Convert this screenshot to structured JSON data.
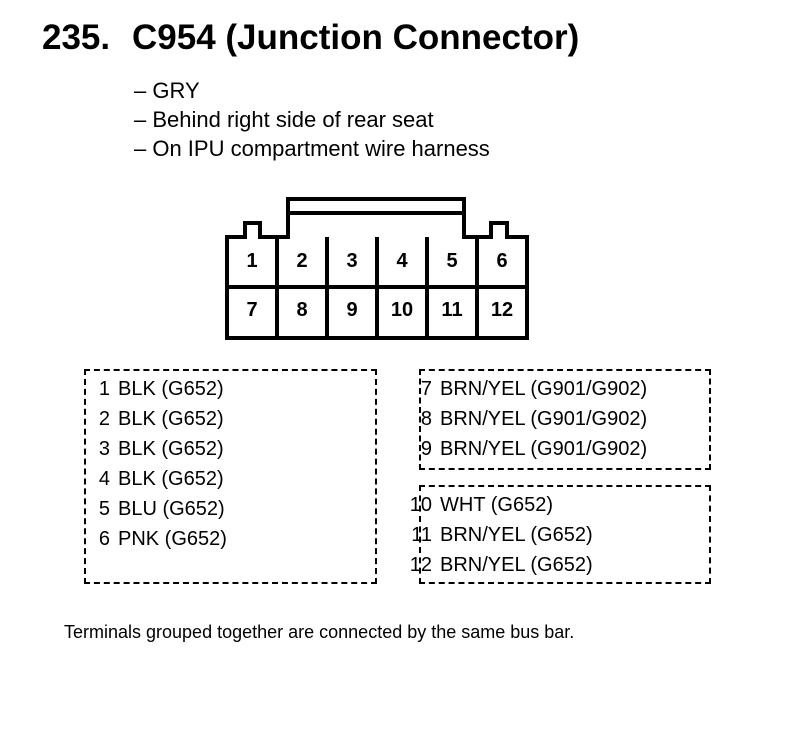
{
  "header": {
    "number": "235.",
    "name": "C954 (Junction Connector)"
  },
  "notes": [
    "– GRY",
    "– Behind right side of rear seat",
    "– On IPU compartment wire harness"
  ],
  "connector": {
    "top_row": [
      "1",
      "2",
      "3",
      "4",
      "5",
      "6"
    ],
    "bottom_row": [
      "7",
      "8",
      "9",
      "10",
      "11",
      "12"
    ]
  },
  "groups": [
    {
      "terminals": [
        {
          "num": "1",
          "wire": "BLK (G652)"
        },
        {
          "num": "2",
          "wire": "BLK (G652)"
        },
        {
          "num": "3",
          "wire": "BLK (G652)"
        },
        {
          "num": "4",
          "wire": "BLK (G652)"
        },
        {
          "num": "5",
          "wire": "BLU (G652)"
        },
        {
          "num": "6",
          "wire": "PNK (G652)"
        }
      ]
    },
    {
      "terminals": [
        {
          "num": "7",
          "wire": "BRN/YEL (G901/G902)"
        },
        {
          "num": "8",
          "wire": "BRN/YEL (G901/G902)"
        },
        {
          "num": "9",
          "wire": "BRN/YEL (G901/G902)"
        }
      ]
    },
    {
      "terminals": [
        {
          "num": "10",
          "wire": "WHT (G652)"
        },
        {
          "num": "11",
          "wire": "BRN/YEL (G652)"
        },
        {
          "num": "12",
          "wire": "BRN/YEL (G652)"
        }
      ]
    }
  ],
  "footnote": "Terminals grouped together are connected by the same bus bar."
}
